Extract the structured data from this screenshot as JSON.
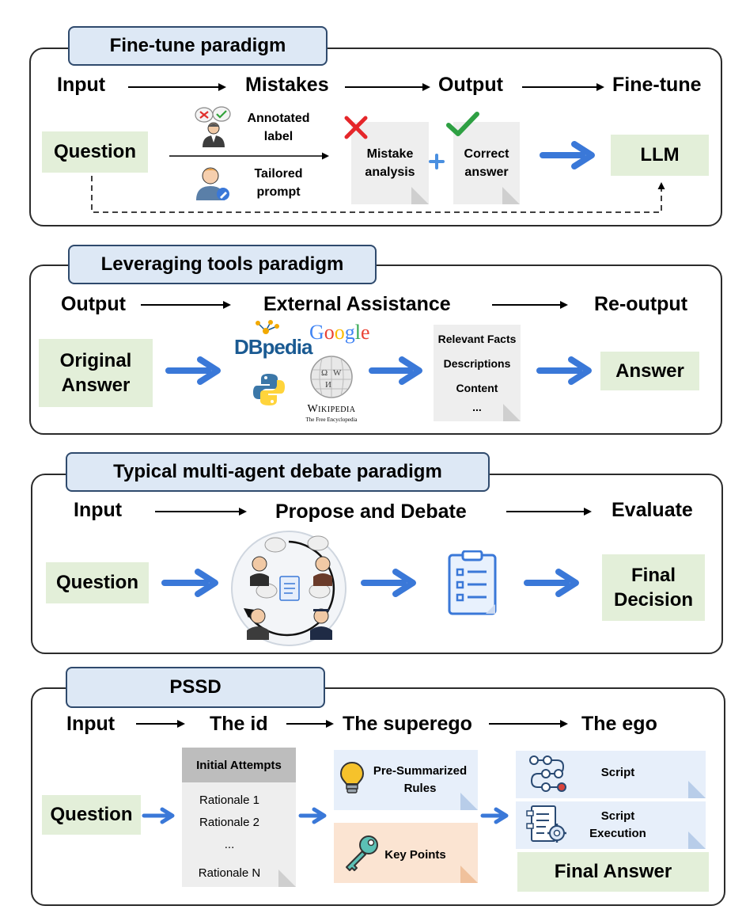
{
  "colors": {
    "tab_fill": "#dde8f5",
    "green_box": "#e3efd9",
    "note_gray": "#eeeeee",
    "arrow_blue": "#3a78d8",
    "rule_blue": "#e7effa",
    "key_orange": "#fbe4d2"
  },
  "finetune": {
    "title": "Fine-tune paradigm",
    "stages": [
      "Input",
      "Mistakes",
      "Output",
      "Fine-tune"
    ],
    "question": "Question",
    "annotated": "Annotated label",
    "tailored": "Tailored prompt",
    "mistake": "Mistake analysis",
    "correct": "Correct answer",
    "llm": "LLM"
  },
  "tools": {
    "title": "Leveraging tools paradigm",
    "stages": [
      "Output",
      "External Assistance",
      "Re-output"
    ],
    "original": "Original Answer",
    "dbpedia": "DBpedia",
    "google": "Google",
    "wikipedia": "Wikipedia",
    "wikipedia_sub": "The Free Encyclopedia",
    "facts": [
      "Relevant Facts",
      "Descriptions",
      "Content",
      "..."
    ],
    "answer": "Answer"
  },
  "debate": {
    "title": "Typical multi-agent debate paradigm",
    "stages": [
      "Input",
      "Propose and Debate",
      "Evaluate"
    ],
    "question": "Question",
    "final": "Final Decision"
  },
  "pssd": {
    "title": "PSSD",
    "stages": [
      "Input",
      "The id",
      "The superego",
      "The ego"
    ],
    "question": "Question",
    "attempts_header": "Initial Attempts",
    "rationales": [
      "Rationale 1",
      "Rationale 2",
      "...",
      "Rationale N"
    ],
    "rules": "Pre-Summarized Rules",
    "keypoints": "Key Points",
    "script": "Script",
    "execution": "Script Execution",
    "final": "Final Answer"
  },
  "icons": [
    "cross-icon",
    "check-icon",
    "plus-icon",
    "thinking-person-icon",
    "user-edit-icon",
    "python-icon",
    "wikipedia-globe-icon",
    "debate-circle-icon",
    "clipboard-icon",
    "lightbulb-icon",
    "key-icon",
    "workflow-icon",
    "document-gear-icon"
  ]
}
